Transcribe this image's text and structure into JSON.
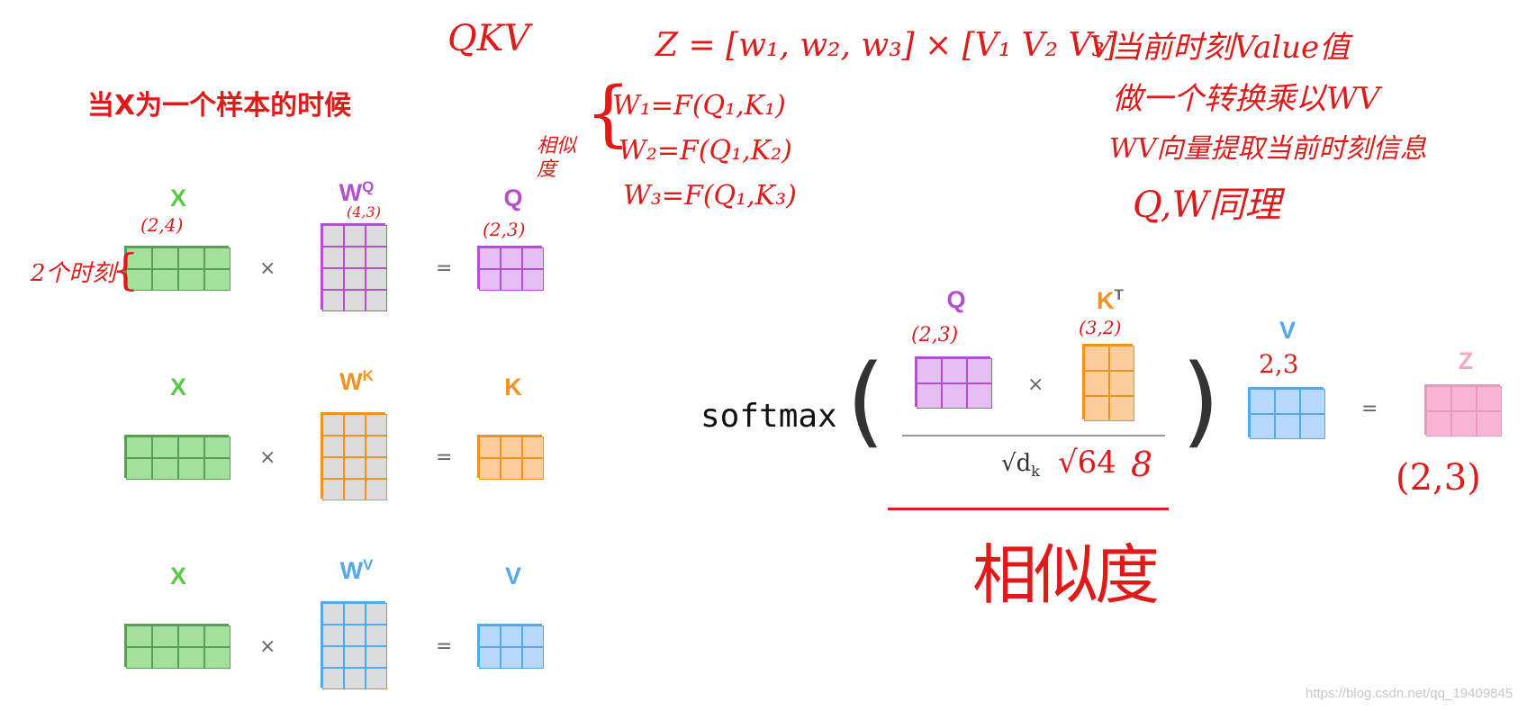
{
  "heading": "当X为一个样本的时候",
  "colors": {
    "green": "#5cc84a",
    "purple": "#b44fd0",
    "orange": "#f0921e",
    "blue": "#55a8ea",
    "pink": "#f3a8c8",
    "red": "#e01919",
    "green_fill": "#a3e09a",
    "purple_fill": "#e6bff2",
    "orange_fill": "#fbcd9b",
    "blue_fill": "#b6d9fb",
    "pink_fill": "#f8b6d3",
    "gray_fill": "#dcdcdc"
  },
  "rows": [
    {
      "x_label": "X",
      "w_label": "W",
      "w_sup": "Q",
      "out_label": "Q",
      "w_color": "purple",
      "out_color": "purple"
    },
    {
      "x_label": "X",
      "w_label": "W",
      "w_sup": "K",
      "out_label": "K",
      "w_color": "orange",
      "out_color": "orange"
    },
    {
      "x_label": "X",
      "w_label": "W",
      "w_sup": "V",
      "out_label": "V",
      "w_color": "blue",
      "out_color": "blue"
    }
  ],
  "operators": {
    "times": "×",
    "equals": "="
  },
  "formula": {
    "softmax": "softmax",
    "q_label": "Q",
    "k_label": "K",
    "k_sup": "T",
    "v_label": "V",
    "z_label": "Z",
    "sqrt_d": "√d",
    "sqrt_d_sub": "k"
  },
  "handwritten": {
    "qkv": "QKV",
    "x_shape": "(2,4)",
    "wq_shape": "(4,3)",
    "q_shape": "(2,3)",
    "two_moments": "2个时刻",
    "z_eq": "Z = [w₁, w₂, w₃] × [V₁ V₂ V₃]",
    "w1": "W₁=F(Q₁,K₁)",
    "w2": "W₂=F(Q₁,K₂)",
    "w3": "W₃=F(Q₁,K₃)",
    "similarity_side": "相似度",
    "v_note_1": "V当前时刻Value值",
    "v_note_2": "做一个转换乘以WV",
    "v_note_3": "WV向量提取当前时刻信息",
    "v_note_4": "Q,W同理",
    "q_shape2": "(2,3)",
    "kt_shape": "(3,2)",
    "v_shape": "2,3",
    "sqrt64": "√64",
    "eight": "8",
    "z_shape": "(2,3)",
    "similarity_big": "相似度"
  },
  "watermark": "https://blog.csdn.net/qq_19409845"
}
